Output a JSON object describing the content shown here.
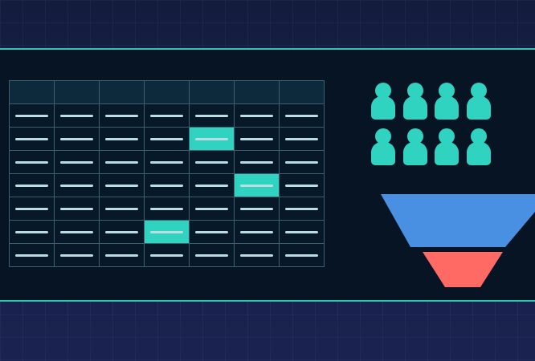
{
  "colors": {
    "accent": "#2ec4b6",
    "highlight": "#2fd3c0",
    "panel": "#061424",
    "funnel_top": "#4a90e2",
    "funnel_bottom": "#ff6b64"
  },
  "table": {
    "columns": 7,
    "rows": 8,
    "header_rows": 1,
    "highlighted_cells": [
      [
        2,
        4
      ],
      [
        4,
        5
      ],
      [
        6,
        3
      ]
    ]
  },
  "people": {
    "count": 8,
    "icon": "person-icon"
  },
  "funnel": {
    "icon": "funnel-icon",
    "stages": 2
  }
}
